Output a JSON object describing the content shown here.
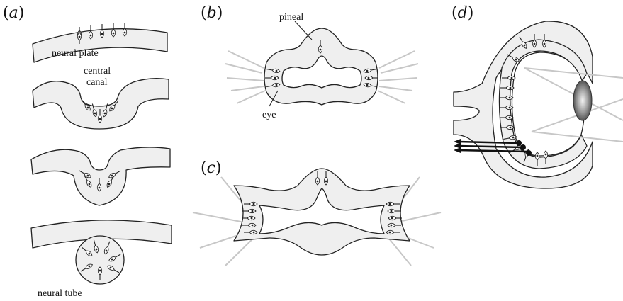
{
  "figure": {
    "panels": [
      {
        "id": "a",
        "label_open": "(",
        "label_letter": "a",
        "label_close": ")"
      },
      {
        "id": "b",
        "label_open": "(",
        "label_letter": "b",
        "label_close": ")"
      },
      {
        "id": "c",
        "label_open": "(",
        "label_letter": "c",
        "label_close": ")"
      },
      {
        "id": "d",
        "label_open": "(",
        "label_letter": "d",
        "label_close": ")"
      }
    ],
    "labels": {
      "neural_plate": "neural plate",
      "central": "central",
      "canal": "canal",
      "neural_tube": "neural tube",
      "pineal": "pineal",
      "eye": "eye"
    },
    "colors": {
      "tissue": "#efefef",
      "outline": "#222222",
      "light_rays": "#c7c7c7",
      "lens_dark": "#666666",
      "axons": "#111111"
    }
  }
}
